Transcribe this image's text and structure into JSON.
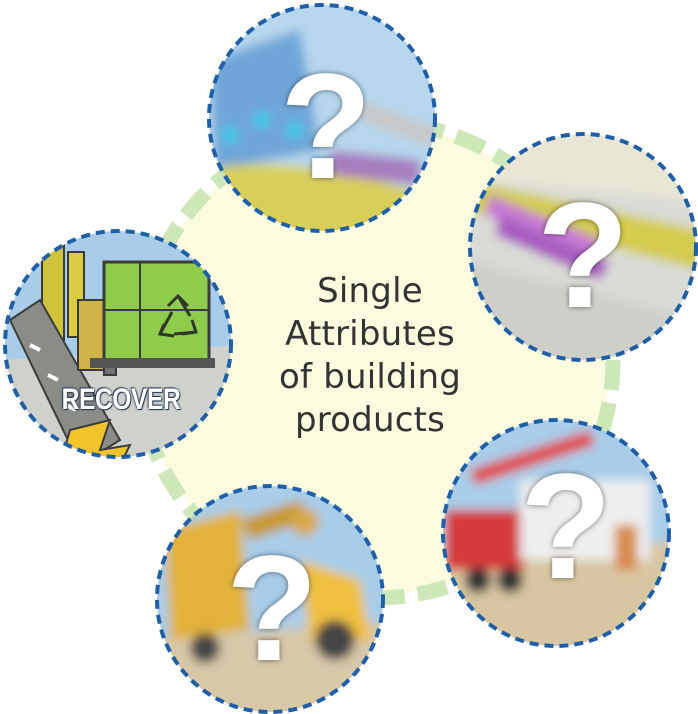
{
  "center": {
    "line1": "Single",
    "line2": "Attributes",
    "line3": "of building",
    "line4": "products"
  },
  "stages": [
    {
      "label": "RECOVER",
      "icon": "recycling-forklift-illustration"
    },
    {
      "label": "?",
      "icon": "question-mark-icon"
    },
    {
      "label": "?",
      "icon": "question-mark-icon"
    },
    {
      "label": "?",
      "icon": "question-mark-icon"
    },
    {
      "label": "?",
      "icon": "question-mark-icon"
    }
  ],
  "colors": {
    "center_fill": "#fbfbe0",
    "ring_dash": "#cde7b8",
    "circle_border": "#1f5fa8",
    "sky": "#9cc8ea",
    "question_mark": "#ffffff",
    "recycle_box": "#8fcc4c",
    "road_yellow": "#cfc33c"
  }
}
